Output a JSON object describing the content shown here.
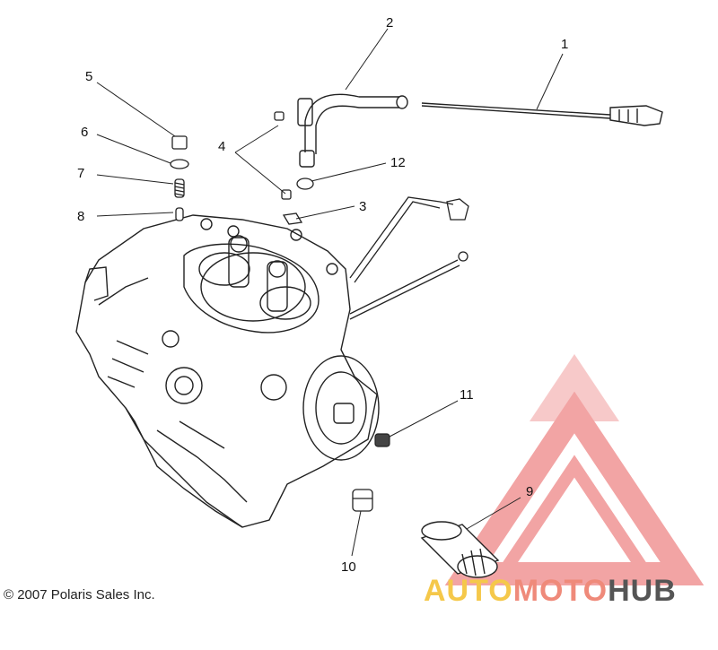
{
  "diagram": {
    "callouts": [
      "1",
      "2",
      "3",
      "4",
      "5",
      "6",
      "7",
      "8",
      "9",
      "10",
      "11",
      "12"
    ],
    "copyright": "© 2007 Polaris Sales Inc."
  },
  "watermark": {
    "part_auto": "AUTO",
    "part_moto": "MOTO",
    "part_hub": "HUB",
    "color_auto": "#f5c84a",
    "color_moto": "#ef8a7a",
    "color_hub": "#555555",
    "triangle_color": "#e85a5a"
  }
}
